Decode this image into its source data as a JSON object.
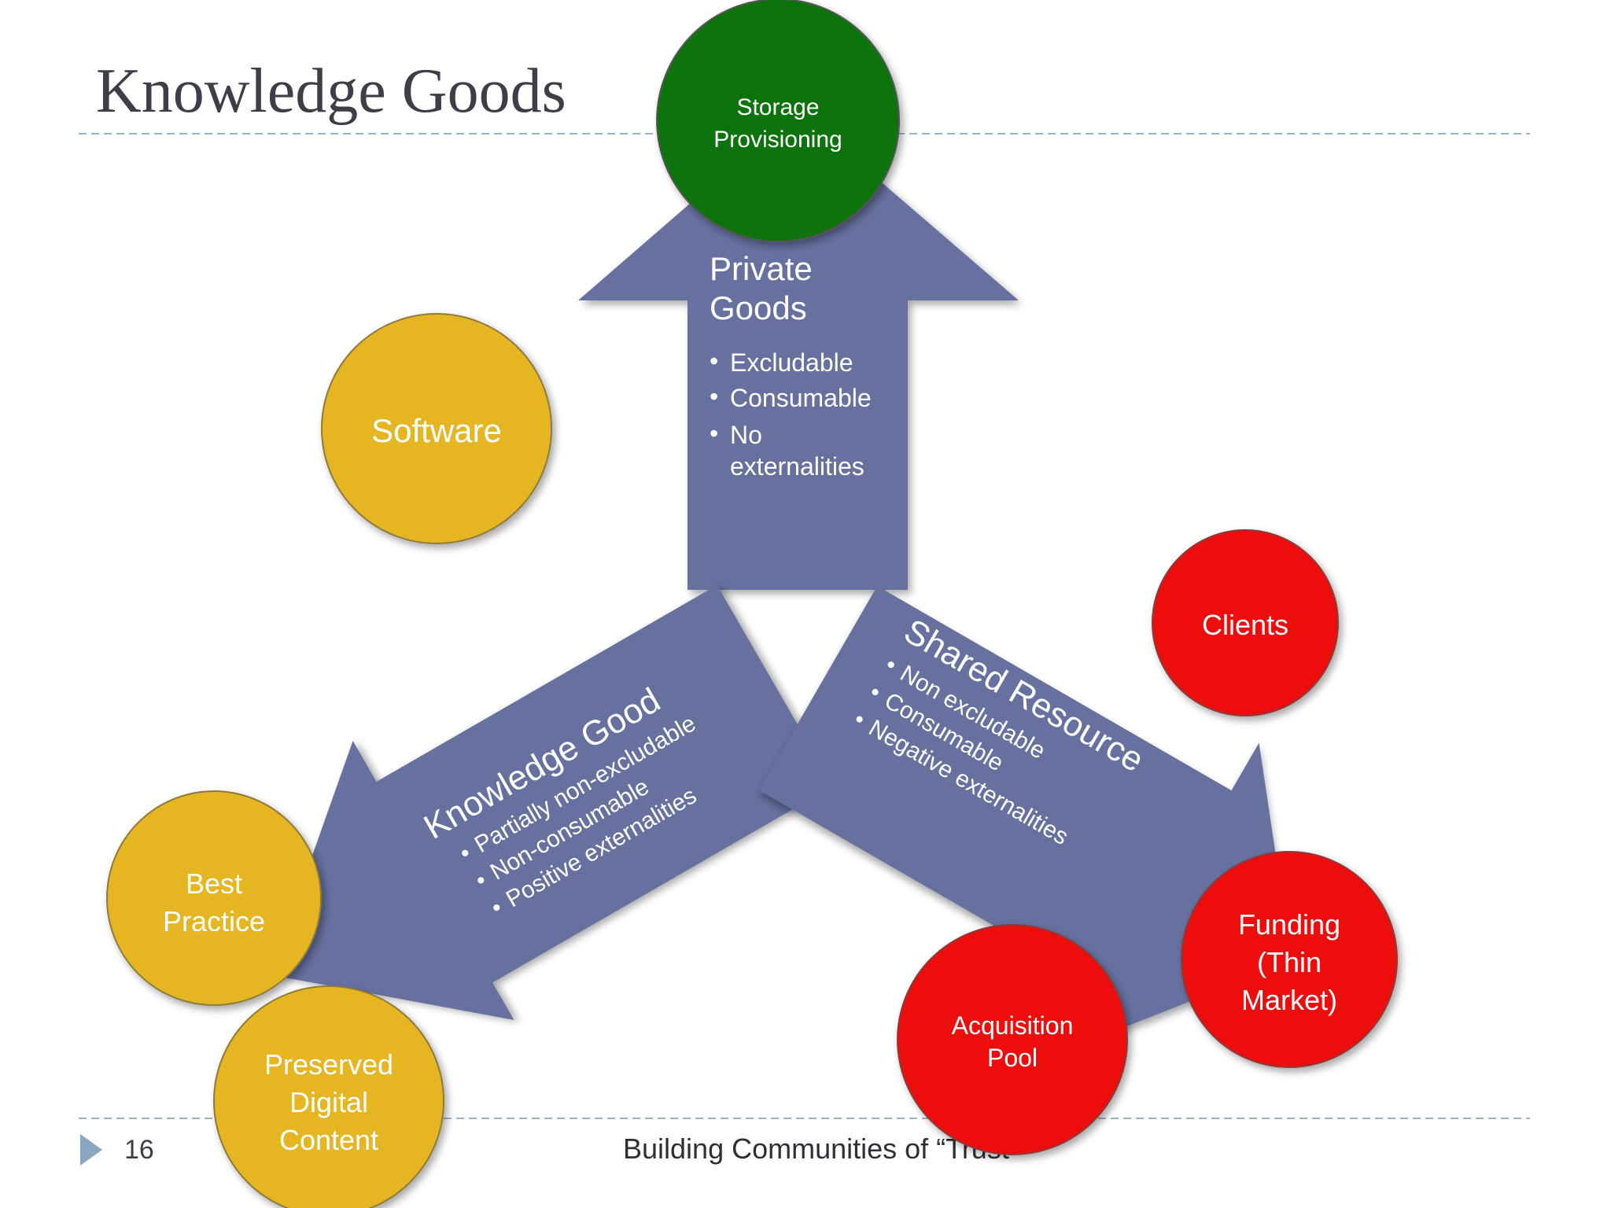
{
  "slide": {
    "title": "Knowledge Goods",
    "page_number": "16",
    "footer": "Building Communities of “Trust”"
  },
  "colors": {
    "arrow": "#66719f",
    "green": "#08730a",
    "gold": "#e6b520",
    "red": "#ee0d0d",
    "rule": "#9fb4c8",
    "title": "#3e3e48",
    "footer_marker": "#8ba6c1"
  },
  "arrows": {
    "up": {
      "heading": [
        "Private",
        "Goods"
      ],
      "bullets": [
        "Excludable",
        "Consumable",
        "No",
        "externalities"
      ]
    },
    "left": {
      "heading": "Knowledge Good",
      "bullets": [
        "Partially non-excludable",
        "Non-consumable",
        "Positive externalities"
      ]
    },
    "right": {
      "heading": "Shared Resource",
      "bullets": [
        "Non excludable",
        "Consumable",
        "Negative externalities"
      ]
    }
  },
  "circles": {
    "storage": [
      "Storage",
      "Provisioning"
    ],
    "software": [
      "Software"
    ],
    "best_practice": [
      "Best",
      "Practice"
    ],
    "preserved": [
      "Preserved",
      "Digital",
      "Content"
    ],
    "clients": [
      "Clients"
    ],
    "funding": [
      "Funding",
      "(Thin",
      "Market)"
    ],
    "acquisition": [
      "Acquisition",
      "Pool"
    ]
  }
}
